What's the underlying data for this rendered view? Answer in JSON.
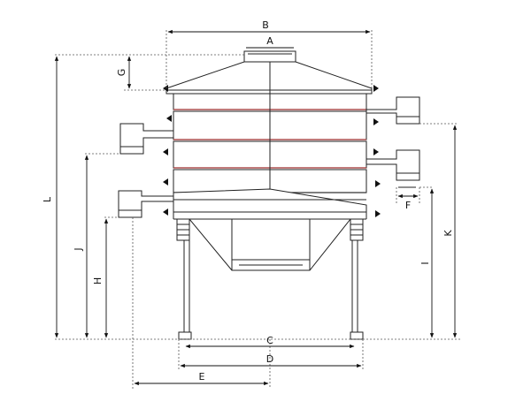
{
  "diagram": {
    "labels": {
      "A": "A",
      "B": "B",
      "C": "C",
      "D": "D",
      "E": "E",
      "F": "F",
      "G": "G",
      "H": "H",
      "I": "I",
      "J": "J",
      "K": "K",
      "L": "L"
    }
  },
  "colors": {
    "line": "#222222",
    "frame_ring": "#9b2b2b",
    "background": "#ffffff"
  }
}
